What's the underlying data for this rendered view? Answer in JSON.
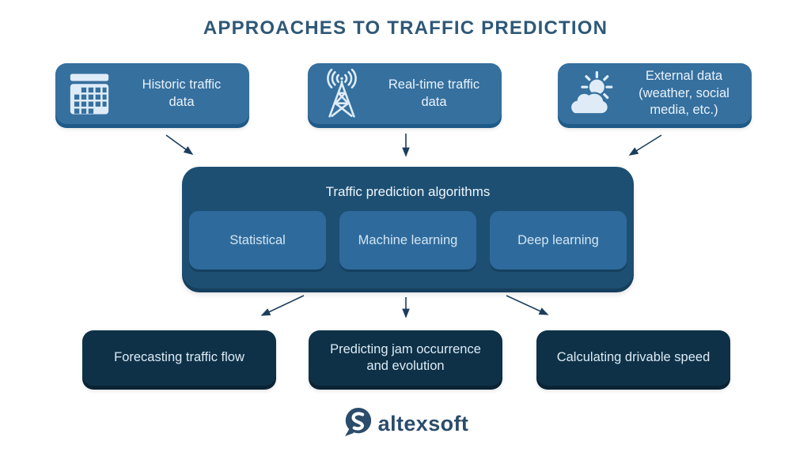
{
  "title": "APPROACHES TO TRAFFIC PREDICTION",
  "colors": {
    "title_color": "#2e5878",
    "input_box": "#35709f",
    "input_shadow": "#1e5a88",
    "algo_box": "#1d4f72",
    "algo_shadow": "#163f5e",
    "sub_box": "#2e6b9c",
    "output_box": "#0e3148",
    "output_shadow": "#0a2335",
    "arrow": "#1c3e5c",
    "logo_color": "#2b4c6b",
    "icon_light": "#dfecf8"
  },
  "inputs": [
    {
      "icon": "calendar-icon",
      "label": "Historic traffic\ndata"
    },
    {
      "icon": "radio-tower-icon",
      "label": "Real-time traffic\ndata"
    },
    {
      "icon": "sun-cloud-icon",
      "label": "External data\n(weather, social\nmedia, etc.)"
    }
  ],
  "algorithms": {
    "title": "Traffic prediction algorithms",
    "methods": [
      {
        "label": "Statistical"
      },
      {
        "label": "Machine learning"
      },
      {
        "label": "Deep learning"
      }
    ]
  },
  "outputs": [
    {
      "label": "Forecasting traffic flow"
    },
    {
      "label": "Predicting jam occurrence\nand evolution"
    },
    {
      "label": "Calculating drivable speed"
    }
  ],
  "logo": {
    "text": "altexsoft"
  }
}
